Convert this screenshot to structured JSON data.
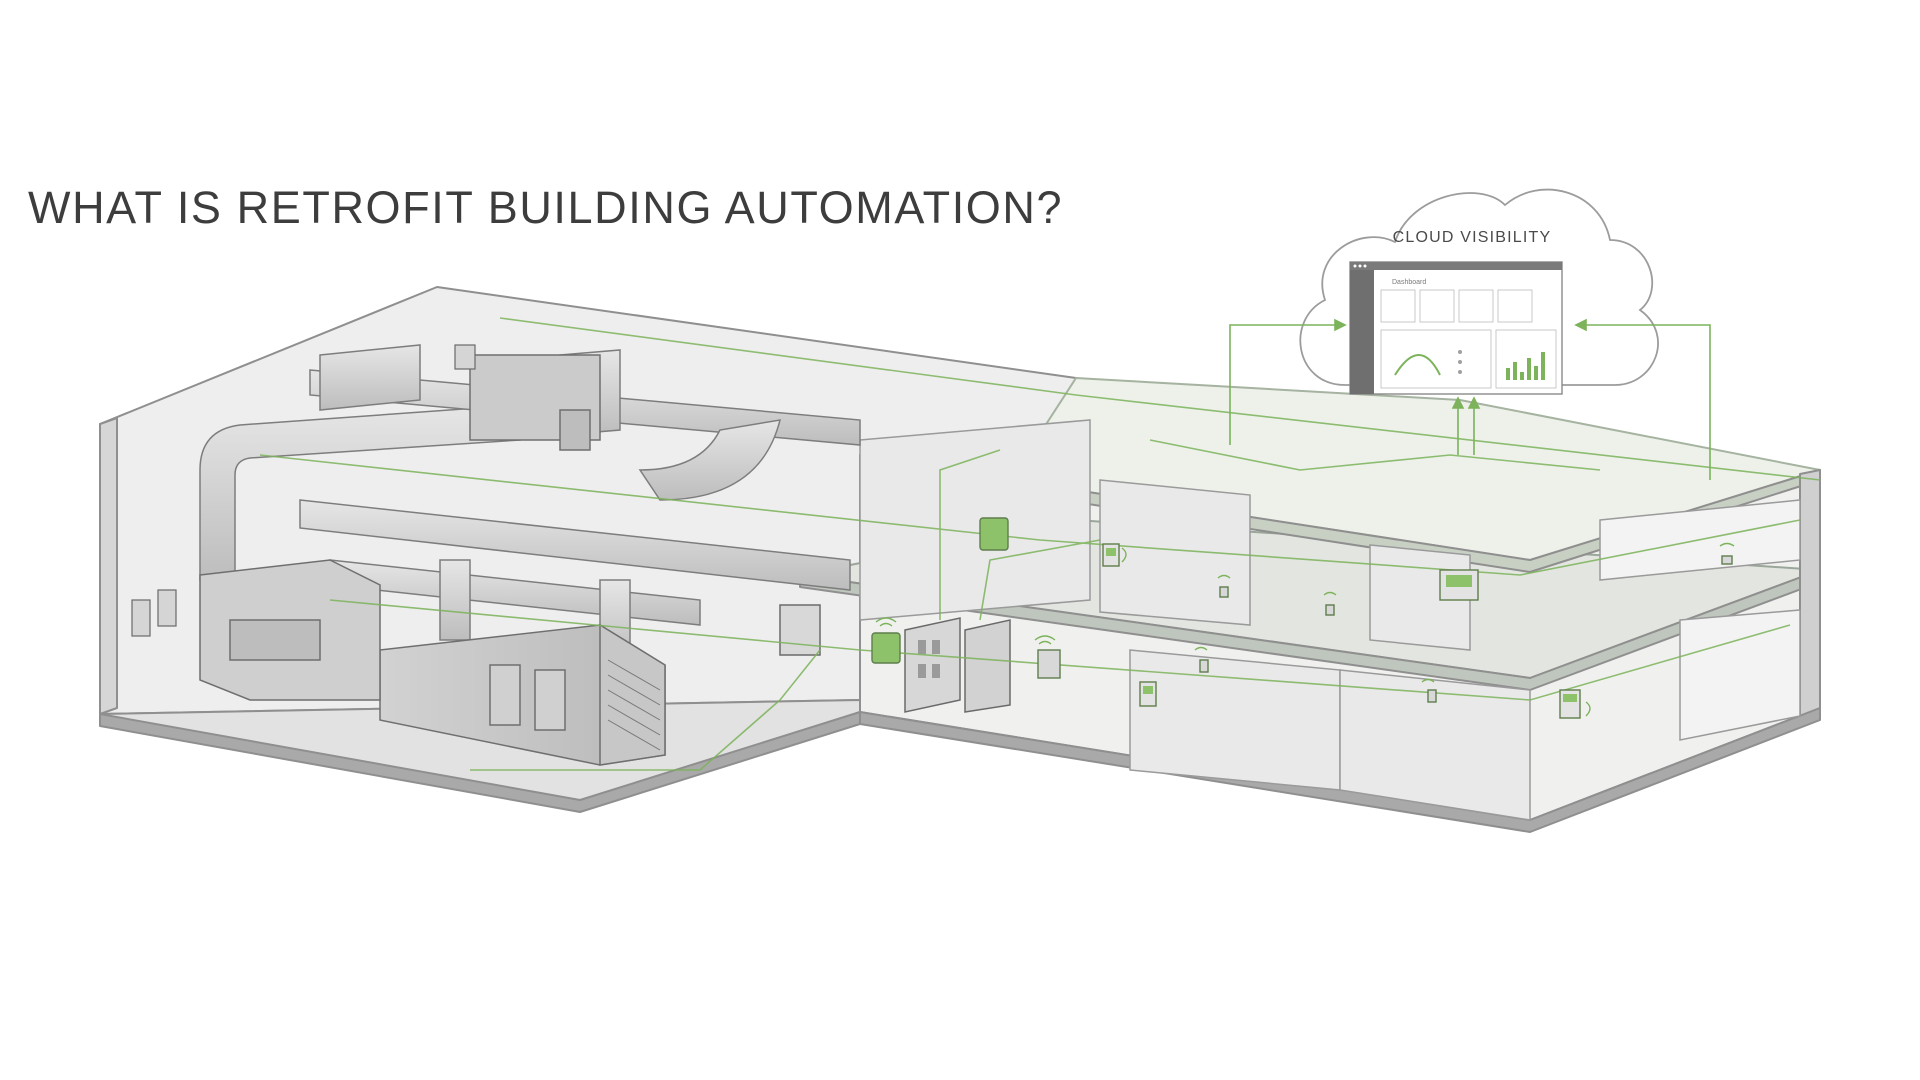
{
  "headline": "WHAT IS RETROFIT BUILDING AUTOMATION?",
  "cloud": {
    "label": "CLOUD VISIBILITY",
    "dashboard_title": "Dashboard"
  },
  "colors": {
    "accent_green": "#7cb35b",
    "device_green": "#8ec26a",
    "wall_grey": "#d9d9d9",
    "line_grey": "#8c8c8c",
    "text_dark": "#3d3d3d"
  },
  "icons": [
    "cloud-icon",
    "dashboard-icon",
    "thermostat-icon",
    "sensor-icon",
    "wifi-icon",
    "controller-icon",
    "electrical-panel-icon",
    "air-handler-icon",
    "duct-icon"
  ]
}
